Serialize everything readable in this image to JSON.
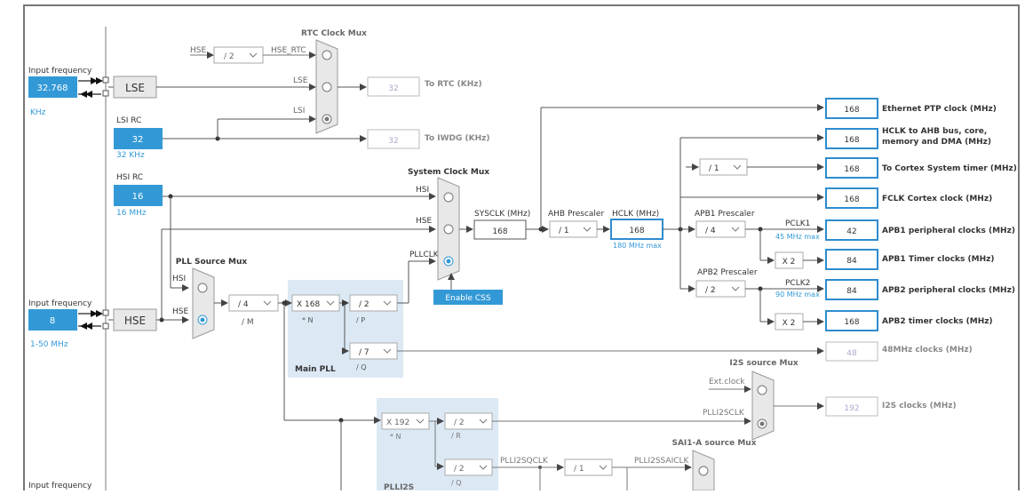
{
  "input_lse": {
    "label": "Input frequency",
    "value": "32.768",
    "unit": "KHz"
  },
  "lse_label": "LSE",
  "lsi": {
    "title": "LSI RC",
    "value": "32",
    "unit": "32 KHz"
  },
  "hsi": {
    "title": "HSI RC",
    "value": "16",
    "unit": "16 MHz"
  },
  "input_hse": {
    "label": "Input frequency",
    "value": "8",
    "range": "1-50 MHz"
  },
  "hse_label": "HSE",
  "input_bottom_label": "Input frequency",
  "rtc": {
    "title": "RTC Clock Mux",
    "hse_label": "HSE",
    "div": "/ 2",
    "hse_rtc": "HSE_RTC",
    "lse_in": "LSE",
    "lsi_in": "LSI",
    "out_value": "32",
    "out_label": "To RTC (KHz)"
  },
  "iwdg": {
    "value": "32",
    "label": "To IWDG (KHz)"
  },
  "sysmux": {
    "title": "System Clock Mux",
    "hsi": "HSI",
    "hse": "HSE",
    "pllclk": "PLLCLK"
  },
  "css_button": "Enable CSS",
  "pllmux": {
    "title": "PLL Source Mux",
    "hsi": "HSI",
    "hse": "HSE"
  },
  "pll_m": {
    "value": "/ 4",
    "label": "/ M"
  },
  "main_pll": {
    "title": "Main PLL",
    "n": "X 168",
    "n_label": "* N",
    "p": "/ 2",
    "p_label": "/ P",
    "q": "/ 7",
    "q_label": "/ Q"
  },
  "sysclk": {
    "label": "SYSCLK (MHz)",
    "value": "168"
  },
  "ahb": {
    "label": "AHB Prescaler",
    "value": "/ 1"
  },
  "hclk": {
    "label": "HCLK (MHz)",
    "value": "168",
    "max": "180 MHz max"
  },
  "apb1": {
    "label": "APB1 Prescaler",
    "value": "/ 4",
    "pclk": "PCLK1",
    "max": "45 MHz max"
  },
  "apb2": {
    "label": "APB2 Prescaler",
    "value": "/ 2",
    "pclk": "PCLK2",
    "max": "90 MHz max"
  },
  "cortex_div": "/ 1",
  "x2": "X 2",
  "outputs": [
    {
      "value": "168",
      "label": "Ethernet PTP clock (MHz)"
    },
    {
      "value": "168",
      "label": "HCLK to AHB bus, core,",
      "label2": "memory and DMA (MHz)"
    },
    {
      "value": "168",
      "label": "To Cortex System timer (MHz)"
    },
    {
      "value": "168",
      "label": "FCLK Cortex clock (MHz)"
    },
    {
      "value": "42",
      "label": "APB1 peripheral clocks (MHz)"
    },
    {
      "value": "84",
      "label": "APB1 Timer clocks (MHz)"
    },
    {
      "value": "84",
      "label": "APB2 peripheral clocks (MHz)"
    },
    {
      "value": "168",
      "label": "APB2 timer clocks (MHz)"
    },
    {
      "value": "48",
      "label": "48MHz clocks (MHz)"
    },
    {
      "value": "192",
      "label": "I2S clocks (MHz)"
    }
  ],
  "i2smux": {
    "title": "I2S source Mux",
    "ext": "Ext.clock",
    "plli2sclk": "PLLI2SCLK"
  },
  "plli2s": {
    "title": "PLLI2S",
    "n": "X 192",
    "n_label": "* N",
    "r": "/ 2",
    "r_label": "/ R",
    "q": "/ 2",
    "q_label": "/ Q",
    "sq": "PLLI2SQCLK",
    "div": "/ 1",
    "ssai": "PLLI2SSAICLK"
  },
  "saimux": {
    "title": "SAI1-A source Mux"
  },
  "colors": {
    "accent": "#3399d6",
    "line": "#555555",
    "box_border": "#999999",
    "pll_bg": "#dce9f5",
    "out_border": "#2e8ccf"
  }
}
